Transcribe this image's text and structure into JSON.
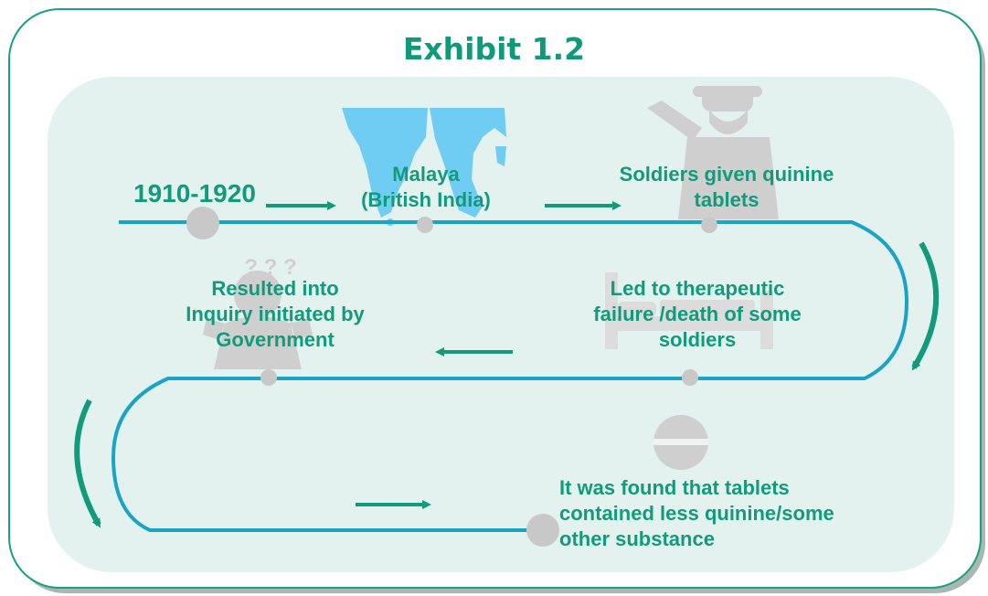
{
  "title": "Exhibit 1.2",
  "colors": {
    "frame": "#16a085",
    "panel": "#e3f2ee",
    "track": "#1aa3c8",
    "arrow": "#119b7a",
    "node": "#c8c8c8",
    "text": "#119b7a",
    "map": "#6fcdf3",
    "silhouette": "#cfcfcf"
  },
  "steps": [
    {
      "id": "year",
      "text": "1910-1920"
    },
    {
      "id": "malaya",
      "line1": "Malaya",
      "line2": "(British India)"
    },
    {
      "id": "soldiers",
      "line1": "Soldiers given quinine",
      "line2": "tablets"
    },
    {
      "id": "failure",
      "line1": "Led to therapeutic",
      "line2": "failure /death of some",
      "line3": "soldiers"
    },
    {
      "id": "inquiry",
      "line1": "Resulted into",
      "line2": "Inquiry initiated by",
      "line3": "Government"
    },
    {
      "id": "finding",
      "line1": "It was found that tablets",
      "line2": "contained less quinine/some",
      "line3": "other substance"
    }
  ],
  "icons": [
    "map-icon",
    "saluting-soldier-icon",
    "hospital-bed-icon",
    "confused-person-icon",
    "tablet-icon"
  ],
  "question_marks": "? ? ?"
}
